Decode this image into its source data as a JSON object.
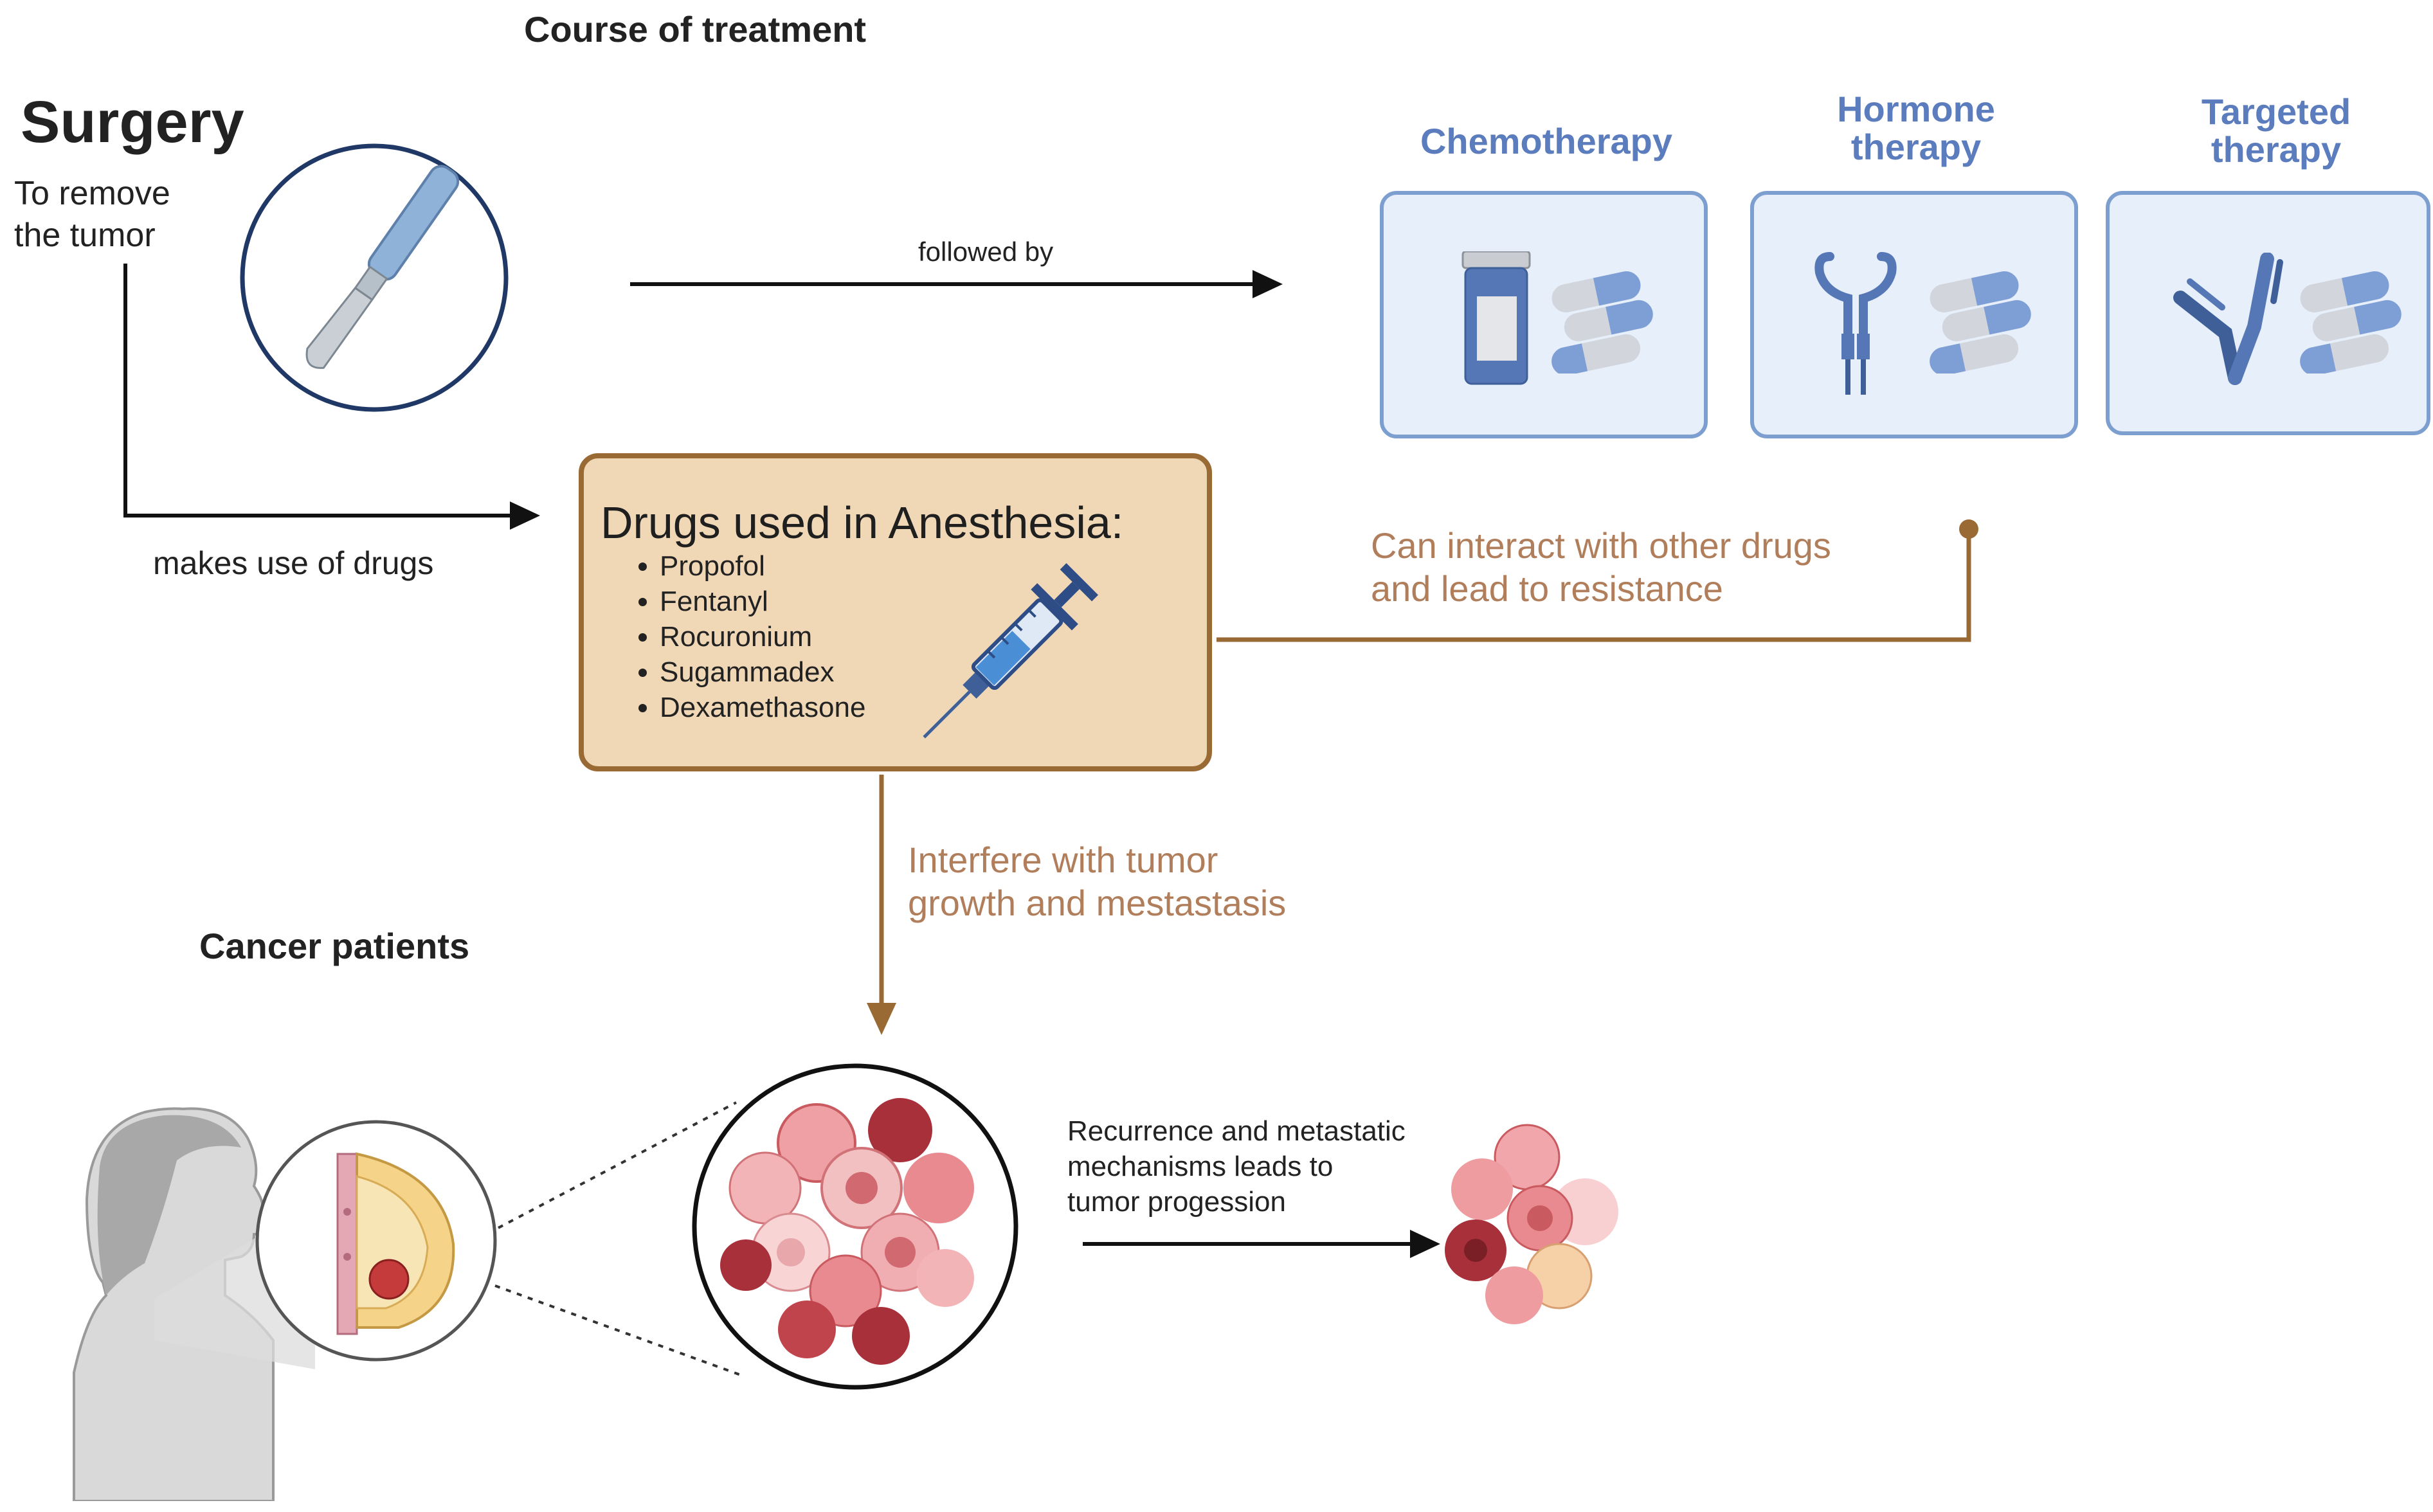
{
  "header": {
    "course_title": "Course of treatment"
  },
  "surgery": {
    "title": "Surgery",
    "line1": "To remove",
    "line2": "the tumor",
    "makes_use_label": "makes use of drugs",
    "followed_by_label": "followed by"
  },
  "therapies": [
    {
      "line1": "Chemotherapy",
      "line2": ""
    },
    {
      "line1": "Hormone",
      "line2": "therapy"
    },
    {
      "line1": "Targeted",
      "line2": "therapy"
    }
  ],
  "anesthesia": {
    "title": "Drugs used in Anesthesia:",
    "drugs": [
      "Propofol",
      "Fentanyl",
      "Rocuronium",
      "Sugammadex",
      "Dexamethasone"
    ]
  },
  "interaction": {
    "line1": "Can interact with other drugs",
    "line2": "and lead to resistance"
  },
  "interference": {
    "line1": "Interfere with tumor",
    "line2": "growth and mestastasis"
  },
  "patients": {
    "title": "Cancer patients"
  },
  "progression": {
    "line1": "Recurrence and metastatic",
    "line2": "mechanisms leads to",
    "line3": "tumor progession"
  },
  "colors": {
    "accent_blue": "#5b7cbd",
    "brown": "#9a6a34",
    "box_fill": "#f0d8b6",
    "therapy_fill": "#e6effa"
  }
}
